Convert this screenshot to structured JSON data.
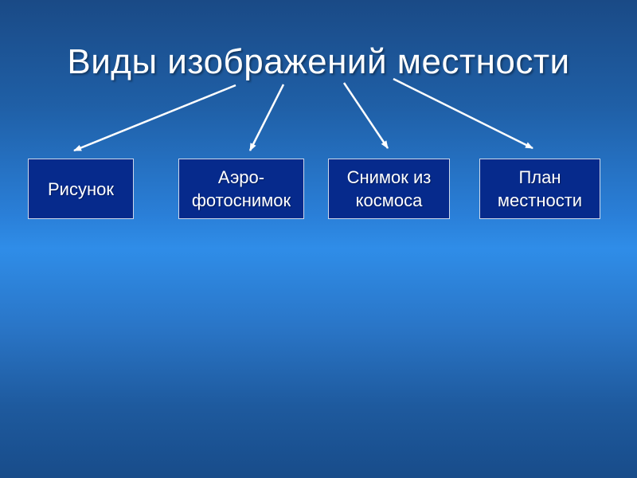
{
  "title": "Виды изображений местности",
  "boxes": [
    {
      "label": "Рисунок"
    },
    {
      "label": "Аэро-\nфотоснимок"
    },
    {
      "label": "Снимок из\nкосмоса"
    },
    {
      "label": "План\nместности"
    }
  ],
  "colors": {
    "box_fill": "#062a8c",
    "box_border": "#cfd8ea",
    "text": "#ffffff",
    "arrow": "#ffffff"
  }
}
